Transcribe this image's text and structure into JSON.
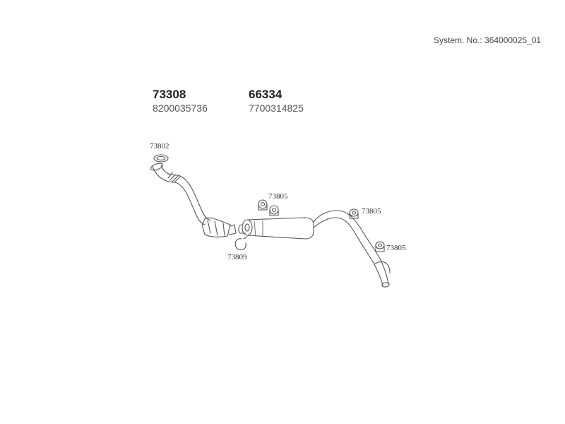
{
  "system_number": "System. No.: 364000025_01",
  "parts": [
    {
      "number": "73308",
      "oem": "8200035736"
    },
    {
      "number": "66334",
      "oem": "7700314825"
    }
  ],
  "callouts": {
    "front_clamp": "73802",
    "ring_clamp": "73809",
    "mid_clamp": "73805",
    "rear_clamp_upper": "73805",
    "rear_clamp_lower": "73805"
  },
  "colors": {
    "line": "#555555",
    "text": "#333333"
  }
}
